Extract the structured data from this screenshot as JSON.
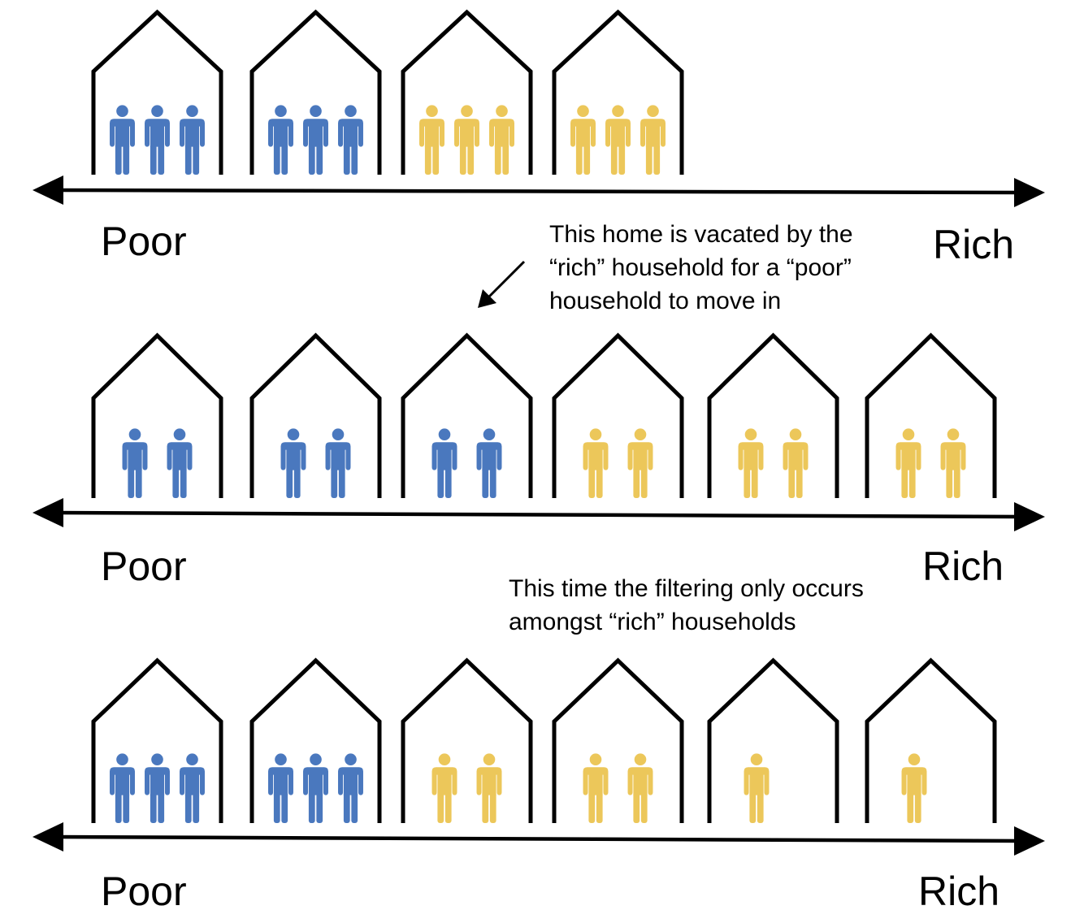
{
  "colors": {
    "poor": "#4a78be",
    "rich": "#ecc75a",
    "line": "#000000"
  },
  "icons": {
    "person": "person-icon",
    "house": "house-outline-icon",
    "arrow": "double-headed-arrow-icon"
  },
  "rows": [
    {
      "left_label": "Poor",
      "right_label": "Rich",
      "houses": [
        {
          "group": "poor",
          "occupants": 3
        },
        {
          "group": "poor",
          "occupants": 3
        },
        {
          "group": "rich",
          "occupants": 3
        },
        {
          "group": "rich",
          "occupants": 3
        }
      ]
    },
    {
      "left_label": "Poor",
      "right_label": "Rich",
      "houses": [
        {
          "group": "poor",
          "occupants": 2
        },
        {
          "group": "poor",
          "occupants": 2
        },
        {
          "group": "poor",
          "occupants": 2
        },
        {
          "group": "rich",
          "occupants": 2
        },
        {
          "group": "rich",
          "occupants": 2
        },
        {
          "group": "rich",
          "occupants": 2
        }
      ]
    },
    {
      "left_label": "Poor",
      "right_label": "Rich",
      "houses": [
        {
          "group": "poor",
          "occupants": 3
        },
        {
          "group": "poor",
          "occupants": 3
        },
        {
          "group": "rich",
          "occupants": 2
        },
        {
          "group": "rich",
          "occupants": 2
        },
        {
          "group": "rich",
          "occupants": 1
        },
        {
          "group": "rich",
          "occupants": 1
        }
      ]
    }
  ],
  "annotations": {
    "first": {
      "lines": [
        "This home is vacated by the",
        "“rich” household for a “poor”",
        "household to move in"
      ]
    },
    "second": {
      "lines": [
        "This time the filtering only occurs",
        "amongst “rich” households"
      ]
    }
  }
}
